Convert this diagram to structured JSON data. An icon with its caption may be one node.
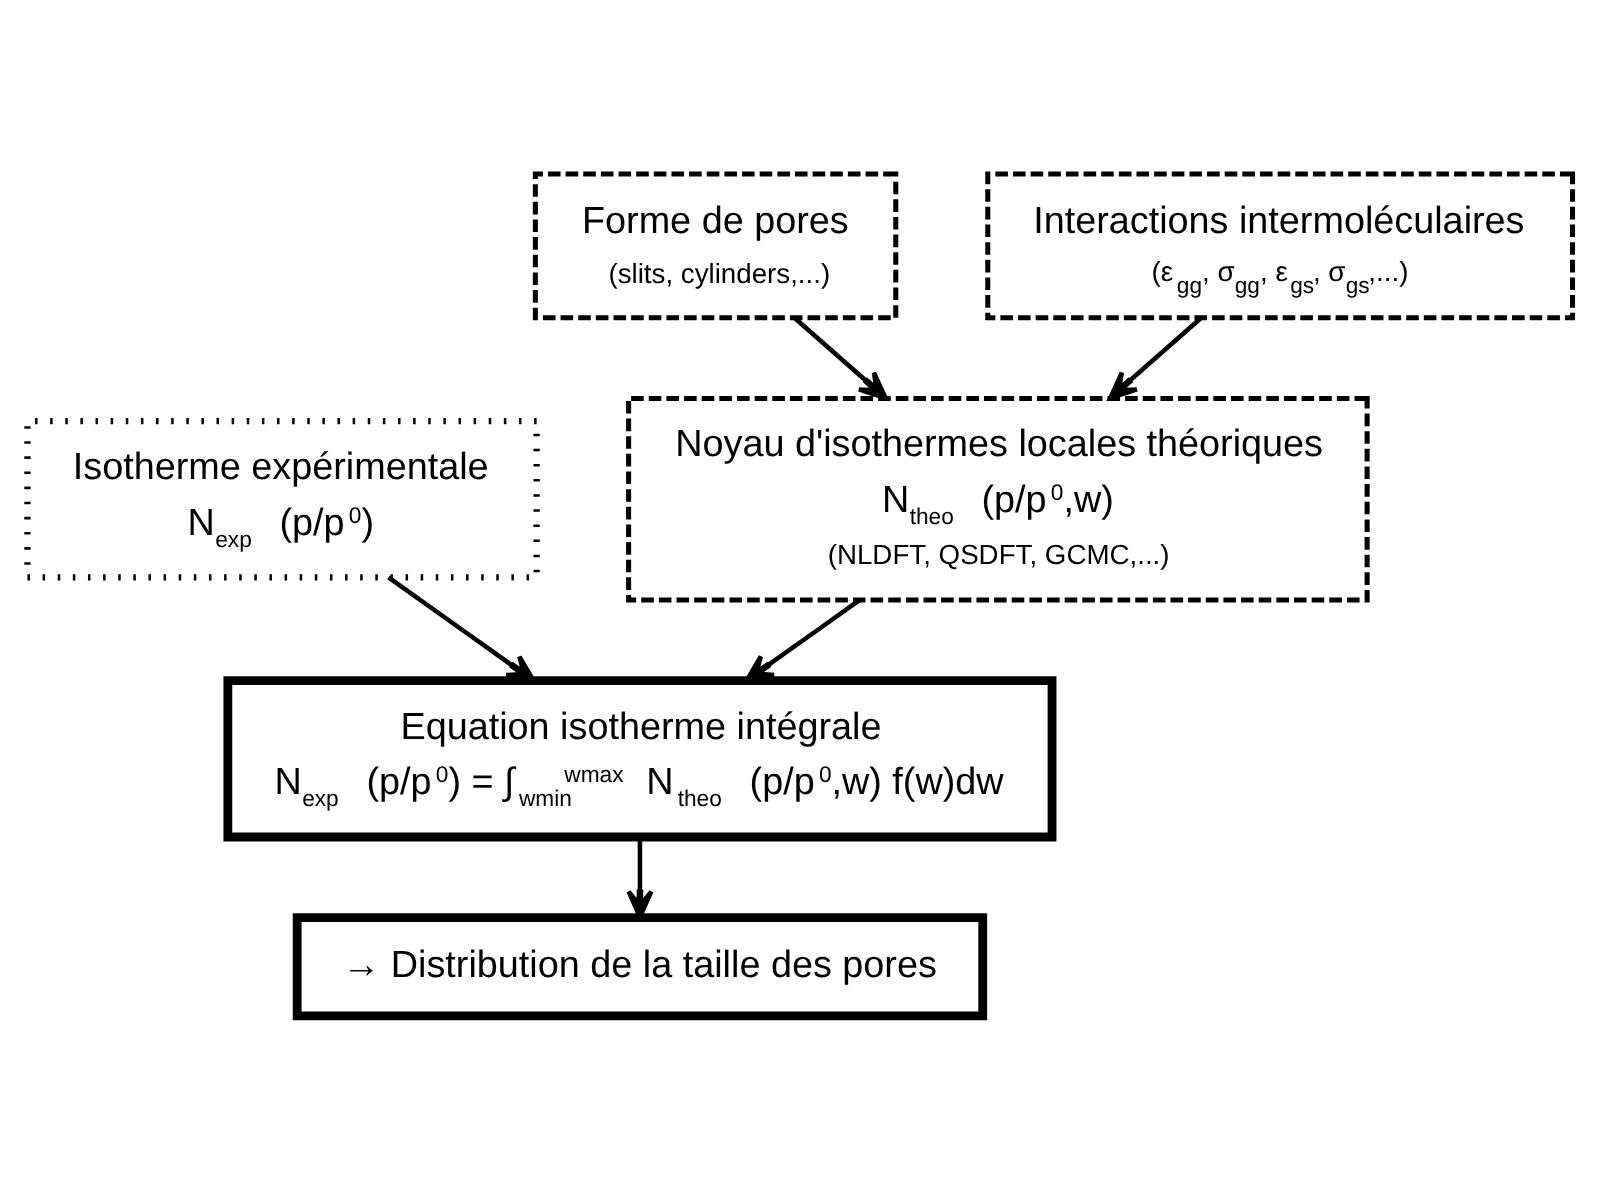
{
  "diagram": {
    "nodes": [
      {
        "text": [
          "Forme de pores",
          "(slits, cylinders,...)"
        ]
      },
      {
        "text": [
          "Interactions intermoléculaires",
          "(ε$_{gg}$, σ$_{gg}$, ε$_{gs}$, σ$_{gs}$,...)"
        ]
      },
      {
        "text": [
          "Noyau d'isothermes locales théoriques",
          "N$_{theo}$ (p/p$^{0}$,w)",
          "(NLDFT, QSDFT, GCMC,...)"
        ]
      },
      {
        "text": [
          "Isotherme expérimentale",
          "N$_{exp}$ (p/p$^{0}$)"
        ]
      },
      {
        "text": [
          "Equation isotherme intégrale",
          "N$_{exp}$ (p/p$^{0}$) = ∫$_{wmin}$$^{wmax}$ N$_{theo}$ (p/p$^{0}$,w) f(w)dw"
        ]
      },
      {
        "text": [
          "→ Distribution de la taille des pores"
        ]
      }
    ],
    "edges": [
      {
        "from": 0,
        "to": 2,
        "arrow": "to"
      },
      {
        "from": 1,
        "to": 2,
        "arrow": "to"
      },
      {
        "from": 3,
        "to": 4,
        "arrow": "to"
      },
      {
        "from": 2,
        "to": 4,
        "arrow": "to"
      },
      {
        "from": 4,
        "to": 5,
        "arrow": "to"
      }
    ]
  }
}
